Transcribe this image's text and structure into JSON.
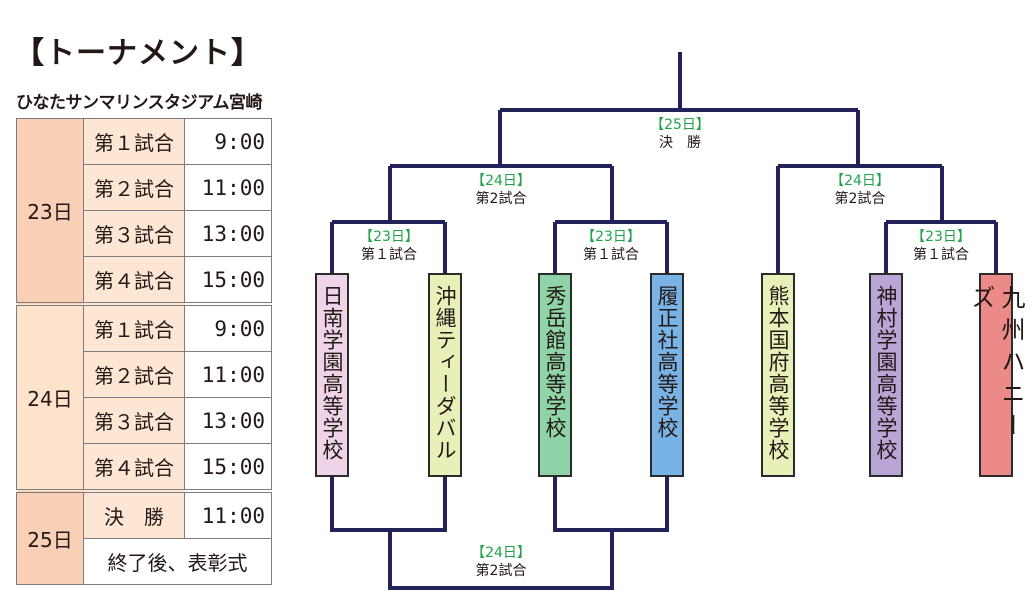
{
  "title": "【トーナメント】",
  "venue": "ひなたサンマリンスタジアム宮崎",
  "schedule": {
    "d23": {
      "day": "23日",
      "games": [
        {
          "name": "第１試合",
          "time": "9:00"
        },
        {
          "name": "第２試合",
          "time": "11:00"
        },
        {
          "name": "第３試合",
          "time": "13:00"
        },
        {
          "name": "第４試合",
          "time": "15:00"
        }
      ]
    },
    "d24": {
      "day": "24日",
      "games": [
        {
          "name": "第１試合",
          "time": "9:00"
        },
        {
          "name": "第２試合",
          "time": "11:00"
        },
        {
          "name": "第３試合",
          "time": "13:00"
        },
        {
          "name": "第４試合",
          "time": "15:00"
        }
      ]
    },
    "d25": {
      "day": "25日",
      "final": "決　勝",
      "final_time": "11:00",
      "ceremony": "終了後、表彰式"
    }
  },
  "bracket": {
    "final": {
      "date": "【25日】",
      "game": "決　勝"
    },
    "semi_left": {
      "date": "【24日】",
      "game": "第2試合"
    },
    "semi_right": {
      "date": "【24日】",
      "game": "第2試合"
    },
    "r1_a": {
      "date": "【23日】",
      "game": "第１試合"
    },
    "r1_b": {
      "date": "【23日】",
      "game": "第１試合"
    },
    "r1_c": {
      "date": "【23日】",
      "game": "第１試合"
    },
    "bottom": {
      "date": "【24日】",
      "game": "第2試合"
    }
  },
  "teams": [
    {
      "name": "日南学園高等学校",
      "color": "#efd3e8"
    },
    {
      "name": "沖縄ティーダバル",
      "color": "#e8efb8"
    },
    {
      "name": "秀岳館高等学校",
      "color": "#8fd3a8"
    },
    {
      "name": "履正社高等学校",
      "color": "#79b3e6"
    },
    {
      "name": "熊本国府高等学校",
      "color": "#e8efb8"
    },
    {
      "name": "神村学園高等学校",
      "color": "#b9a6d6"
    },
    {
      "name": "九州ハニーズ",
      "color": "#ec8a8a"
    }
  ]
}
